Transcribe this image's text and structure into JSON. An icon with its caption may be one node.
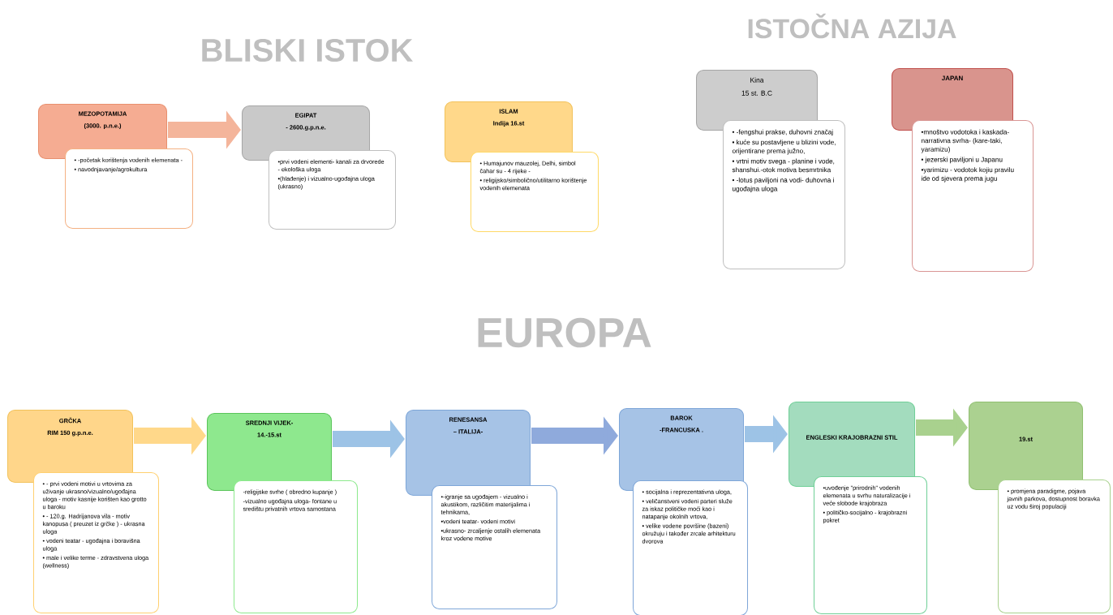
{
  "diagram": {
    "nodes": [
      {
        "text": [
          "MEZOPOTAMIJA",
          "(3000. p.n.e.)"
        ]
      },
      {
        "text": [
          "• -početak korištenja vodenih elemenata -",
          "•  navodnjavanje/agrokultura"
        ]
      },
      {
        "text": [
          "EGIPAT",
          "- 2600.g.p.n.e."
        ]
      },
      {
        "text": [
          "•prvi vodeni elementi- kanali za drvorede - ekološka uloga",
          "•(hlađenje) i vizualno-ugođajna uloga (ukrasno)"
        ]
      },
      {
        "text": [
          "ISLAM",
          "Indija 16.st"
        ]
      },
      {
        "text": [
          "• Humajunov mauzolej, Delhi, simbol čahar su - 4 rijeke -",
          "• religijsko/simbolično/utilitarno korištenje vodenih elemenata"
        ]
      },
      {
        "text": [
          "Kina",
          "15 st. B.C"
        ]
      },
      {
        "text": [
          "• -fengshui prakse, duhovni značaj",
          "• kuće su postavljene u blizini vode, orijentirane prema južno,",
          "• vrtni motiv svega - planine i vode, shanshui.-otok motiva besmrtnika",
          "• -lotus paviljoni na vodi- duhovna i ugođajna uloga"
        ]
      },
      {
        "text": [
          "JAPAN"
        ]
      },
      {
        "text": [
          "•mnoštvo vodotoka i kaskada- narrativna svrha- (kare-taki, yaramizu)",
          "• jezerski paviljoni u Japanu",
          "•yarimizu - vodotok kojiu pravilu ide od sjevera prema jugu"
        ]
      },
      {
        "text": [
          "GRČKA",
          "RIM 150 g.p.n.e."
        ]
      },
      {
        "text": [
          "• - prvi vodeni motivi u vrtovima za uživanje ukrasno/vizualno/ugođajna uloga - motiv kasnije korišten kao grotto u baroku",
          "• - 120.g. Hadrijanova vila - motiv kanopusa ( preuzet iz grčke ) - ukrasna uloga",
          "• vodeni teatar - ugođajna i boravišna uloga",
          "• male i velike terme - zdravstvena uloga (wellness)"
        ]
      },
      {
        "text": [
          "SREDNJI VIJEK-",
          "14.-15.st"
        ]
      },
      {
        "text": [
          "-religijske svrhe ( obredno kupanje )",
          "-vizualno ugođajna uloga- fontane u središtu privatnih vrtova samostana"
        ]
      },
      {
        "text": [
          "RENESANSA",
          "– ITALIJA-"
        ]
      },
      {
        "text": [
          "•-igranje sa ugođajem -  vizualno i akustikom, različitim materijalima i tehnikama,",
          "•vodeni teatar- vodeni motivi",
          "•ukrasno- zrcaljenje ostalih elemenata kroz vodene motive"
        ]
      },
      {
        "text": [
          "BAROK",
          "-FRANCUSKA ."
        ]
      },
      {
        "text": [
          "• socijalna i reprezentativna uloga,",
          "• veličanstveni vodeni parteri služe za iskaz političke moći kao i natapanje okolnih vrtova,",
          "•  velike vodene površine (bazeni) okružuju i također zrcale arhitekturu dvorova"
        ]
      },
      {
        "text": [
          "ENGLESKI KRAJOBRAZNI STIL"
        ]
      },
      {
        "text": [
          "•uvođenje \"prirodnih\" vodenih elemenata u svrhu naturalizacije i veće slobode krajobraza",
          "• političko-socijalno - krajobrazni pokret"
        ]
      },
      {
        "text": [
          "19.st"
        ]
      },
      {
        "text": [
          "• promjena paradigme, pojava javnih parkova, dostupnost boravka uz vodu široj populaciji"
        ]
      }
    ],
    "edges": [
      {
        "from": 0,
        "to": 2,
        "arrow": "to",
        "color": "#f4b59b"
      },
      {
        "from": 10,
        "to": 12,
        "arrow": "to",
        "color": "#ffd88a"
      },
      {
        "from": 12,
        "to": 14,
        "arrow": "to",
        "color": "#9dc3e6"
      },
      {
        "from": 14,
        "to": 16,
        "arrow": "to",
        "color": "#8faadc"
      },
      {
        "from": 16,
        "to": 18,
        "arrow": "to",
        "color": "#9dc3e6"
      },
      {
        "from": 18,
        "to": 20,
        "arrow": "to",
        "color": "#a9d18e"
      }
    ],
    "labels": [
      "ISTOČNA AZIJA",
      "BLISKI ISTOK",
      "EUROPA"
    ]
  }
}
